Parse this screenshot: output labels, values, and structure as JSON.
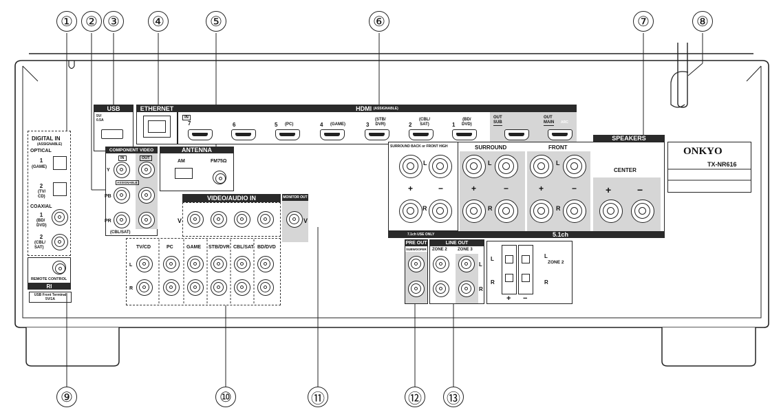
{
  "callouts": [
    "①",
    "②",
    "③",
    "④",
    "⑤",
    "⑥",
    "⑦",
    "⑧",
    "⑨",
    "⑩",
    "⑪",
    "⑫",
    "⑬"
  ],
  "digital_in": {
    "title": "DIGITAL IN",
    "subtitle": "(ASSIGNABLE)",
    "optical": "OPTICAL",
    "opt1_num": "1",
    "opt1": "(GAME)",
    "opt2_num": "2",
    "opt2": "(TV/\nCD)",
    "coaxial": "COAXIAL",
    "coax1_num": "1",
    "coax1": "(BD/\nDVD)",
    "coax2_num": "2",
    "coax2": "(CBL/\nSAT)"
  },
  "remote": {
    "label": "REMOTE CONTROL",
    "ri": "RI",
    "usb_note": "USB Front Terminal\n5V/1A"
  },
  "usb": {
    "title": "USB",
    "rating": "5V/\n0.5A"
  },
  "ethernet": {
    "title": "ETHERNET"
  },
  "component": {
    "title": "COMPONENT VIDEO",
    "in": "IN",
    "out": "OUT",
    "assignable": "ASSIGNABLE",
    "y": "Y",
    "pb": "PB",
    "pr": "PR",
    "source": "(CBL/SAT)"
  },
  "antenna": {
    "title": "ANTENNA",
    "am": "AM",
    "fm": "FM75Ω"
  },
  "hdmi": {
    "title": "HDMI",
    "subtitle": "(ASSIGNABLE)",
    "in": "IN",
    "ports": [
      {
        "num": "7",
        "name": ""
      },
      {
        "num": "6",
        "name": ""
      },
      {
        "num": "5",
        "name": "(PC)"
      },
      {
        "num": "4",
        "name": "(GAME)"
      },
      {
        "num": "3",
        "name": "(STB/\nDVR)"
      },
      {
        "num": "2",
        "name": "(CBL/\nSAT)"
      },
      {
        "num": "1",
        "name": "(BD/\nDVD)"
      }
    ],
    "out_sub": "OUT\nSUB",
    "out_main": "OUT\nMAIN",
    "arc": "ARC"
  },
  "video_audio": {
    "title": "VIDEO/AUDIO IN",
    "columns": [
      "TV/CD",
      "PC",
      "GAME",
      "STB/DVR",
      "CBL/SAT",
      "BD/DVD"
    ],
    "v": "V",
    "l": "L",
    "r": "R"
  },
  "monitor_out": {
    "title": "MONITOR OUT",
    "v": "V"
  },
  "speakers": {
    "title": "SPEAKERS",
    "sb_title": "SURROUND BACK or FRONT HIGH",
    "sb_note": "7.1ch USE ONLY",
    "surround": "SURROUND",
    "front": "FRONT",
    "center": "CENTER",
    "ch51": "5.1ch",
    "l": "L",
    "r": "R",
    "plus": "+",
    "minus": "−"
  },
  "pre_out": {
    "title": "PRE OUT",
    "subwoofer": "SUBWOOFER"
  },
  "line_out": {
    "title": "LINE OUT",
    "zone2": "ZONE 2",
    "zone3": "ZONE 3",
    "l": "L",
    "r": "R"
  },
  "zone2_spk": {
    "label": "ZONE 2",
    "l": "L",
    "r": "R",
    "plus": "+",
    "minus": "−"
  },
  "label_plate": {
    "brand": "ONKYO",
    "model": "TX-NR616"
  }
}
